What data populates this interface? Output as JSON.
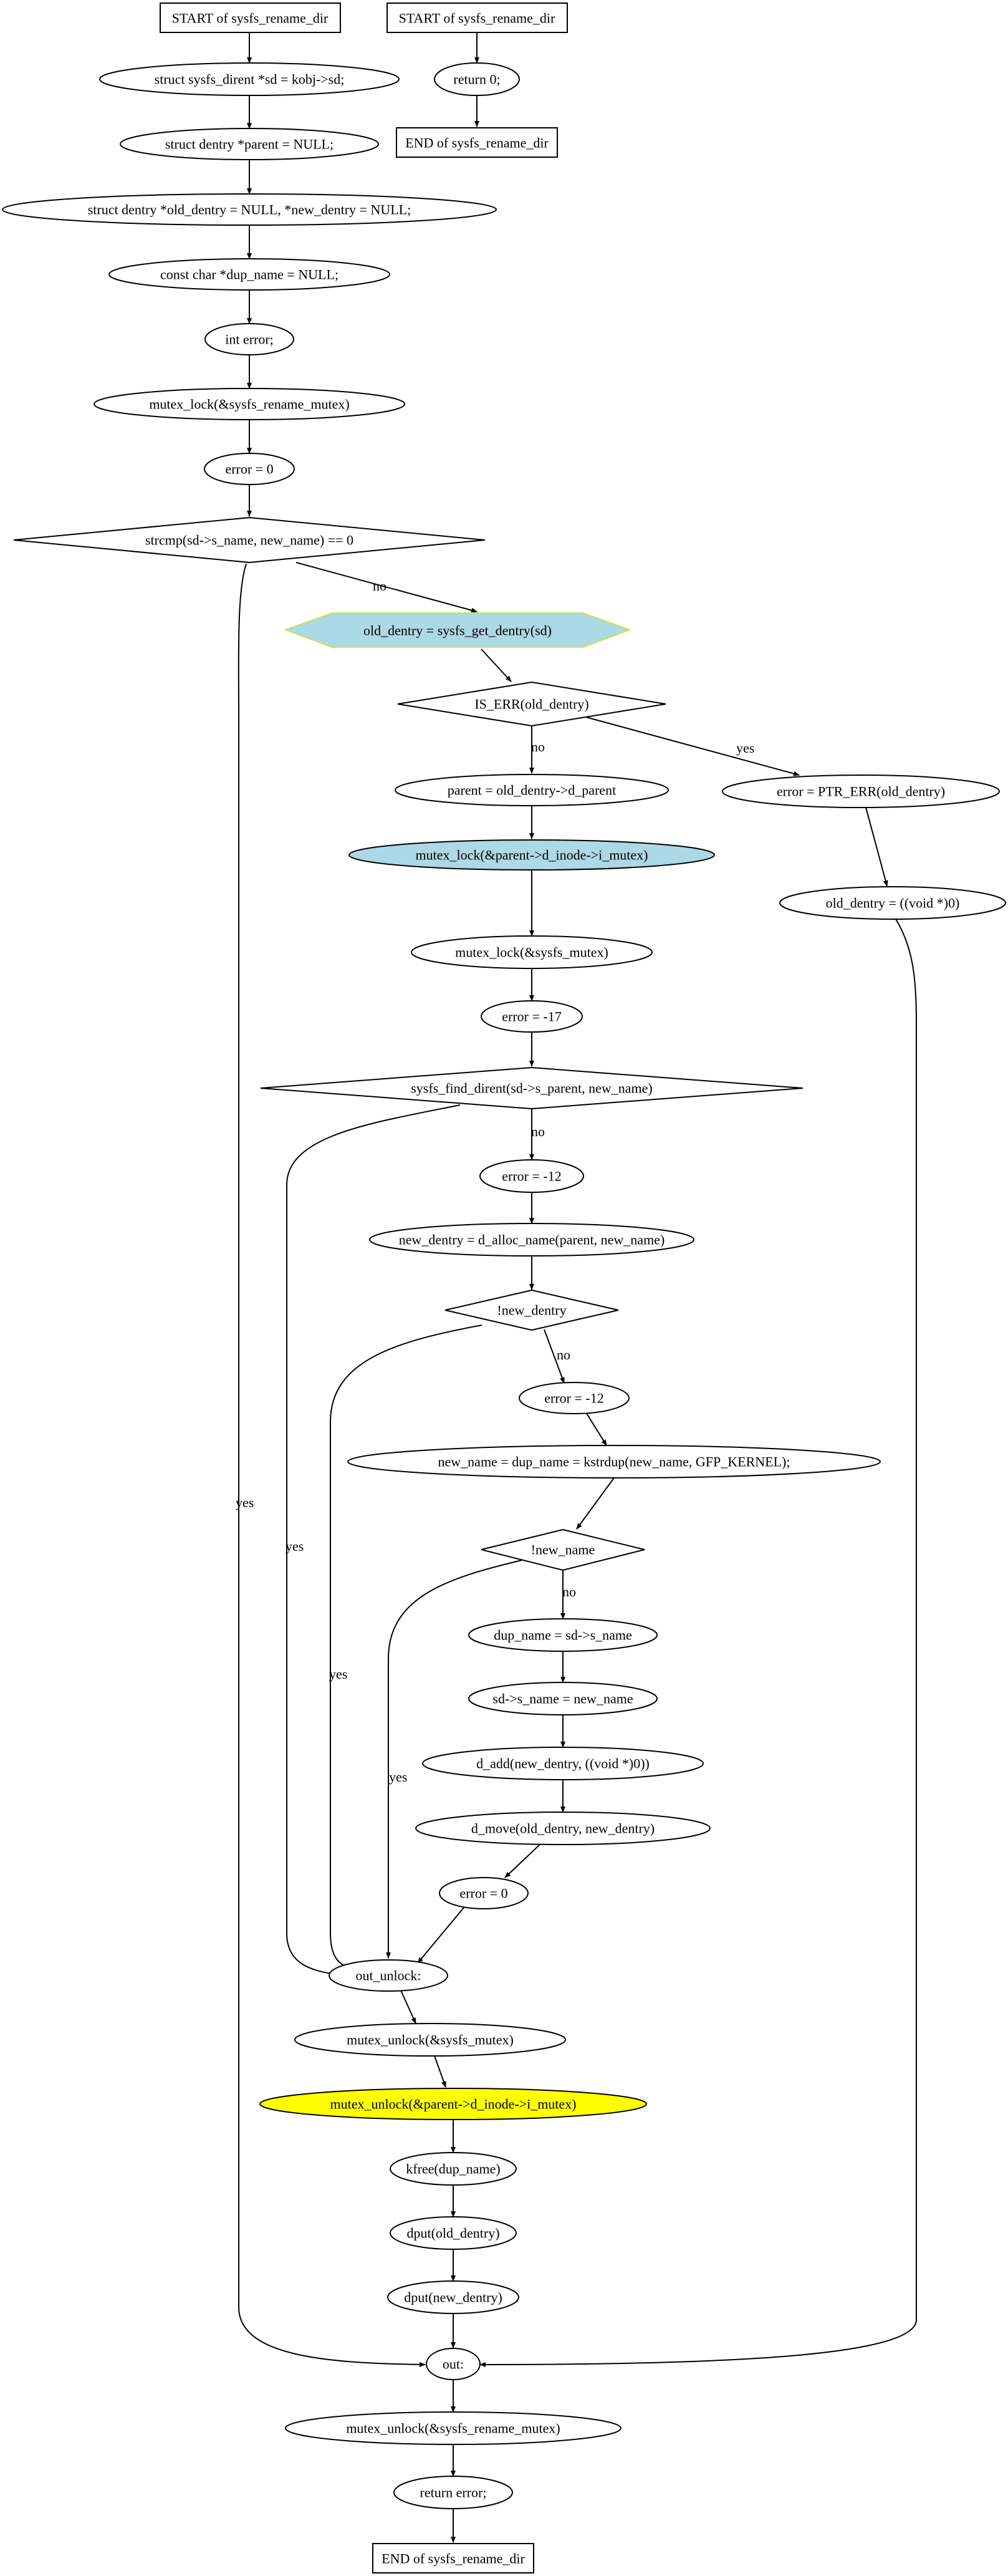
{
  "colors": {
    "highlight_blue": "#add8e6",
    "highlight_yellow": "#ffff00",
    "hexagon_border": "#c8e64a"
  },
  "nodes": {
    "start_a": "START of sysfs_rename_dir",
    "start_b": "START of sysfs_rename_dir",
    "return0": "return 0;",
    "end_b": "END of sysfs_rename_dir",
    "sd_decl": "struct sysfs_dirent *sd = kobj->sd;",
    "parent_decl": "struct dentry *parent = NULL;",
    "dentry_decl": "struct dentry *old_dentry = NULL, *new_dentry = NULL;",
    "dup_name_decl": "const char *dup_name = NULL;",
    "int_error": "int error;",
    "lock_rename": "mutex_lock(&sysfs_rename_mutex)",
    "error0_a": "error = 0",
    "strcmp": "strcmp(sd->s_name, new_name) == 0",
    "get_dentry": "old_dentry = sysfs_get_dentry(sd)",
    "is_err": "IS_ERR(old_dentry)",
    "parent_assign": "parent = old_dentry->d_parent",
    "ptr_err": "error = PTR_ERR(old_dentry)",
    "lock_inode": "mutex_lock(&parent->d_inode->i_mutex)",
    "old_null": "old_dentry = ((void *)0)",
    "lock_sysfs": "mutex_lock(&sysfs_mutex)",
    "error_17": "error = -17",
    "find_dirent": "sysfs_find_dirent(sd->s_parent, new_name)",
    "error_12_a": "error = -12",
    "alloc_name": "new_dentry = d_alloc_name(parent, new_name)",
    "not_new_dentry": "!new_dentry",
    "error_12_b": "error = -12",
    "kstrdup": "new_name = dup_name = kstrdup(new_name, GFP_KERNEL);",
    "not_new_name": "!new_name",
    "dup_assign": "dup_name = sd->s_name",
    "sname_assign": "sd->s_name = new_name",
    "d_add": "d_add(new_dentry, ((void *)0))",
    "d_move": "d_move(old_dentry, new_dentry)",
    "error0_b": "error = 0",
    "out_unlock": "out_unlock:",
    "unlock_sysfs": "mutex_unlock(&sysfs_mutex)",
    "unlock_inode": "mutex_unlock(&parent->d_inode->i_mutex)",
    "kfree": "kfree(dup_name)",
    "dput_old": "dput(old_dentry)",
    "dput_new": "dput(new_dentry)",
    "out": "out:",
    "unlock_rename": "mutex_unlock(&sysfs_rename_mutex)",
    "return_error": "return error;",
    "end_a": "END of sysfs_rename_dir"
  },
  "edge_labels": {
    "yes": "yes",
    "no": "no"
  }
}
